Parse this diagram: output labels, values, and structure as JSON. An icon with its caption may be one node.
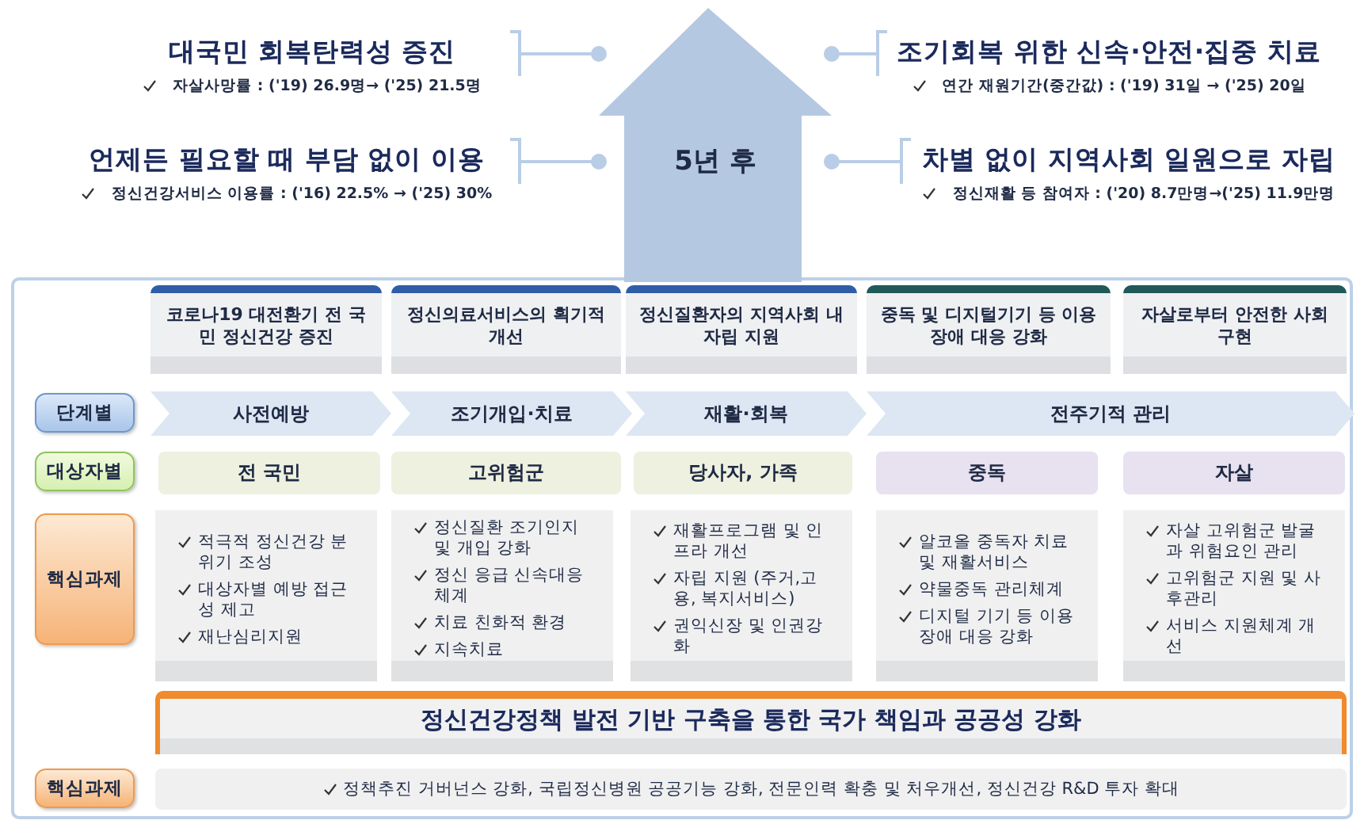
{
  "diagram": {
    "nodes": [
      {
        "text": [
          "5년 후"
        ]
      },
      {
        "text": [
          "대국민 회복탄력성 증진",
          "자살사망률 : ('19) 26.9명→ ('25) 21.5명"
        ]
      },
      {
        "text": [
          "언제든 필요할 때 부담 없이 이용",
          "정신건강서비스 이용률 : ('16) 22.5% → ('25) 30%"
        ]
      },
      {
        "text": [
          "조기회복 위한 신속·안전·집중 치료",
          "연간 재원기간(중간값) : ('19) 31일 → ('25) 20일"
        ]
      },
      {
        "text": [
          "차별 없이 지역사회 일원으로 자립",
          "정신재활 등 참여자 : ('20) 8.7만명→('25) 11.9만명"
        ]
      },
      {
        "text": [
          "코로나19 대전환기 전 국민 정신건강 증진"
        ]
      },
      {
        "text": [
          "정신의료서비스의 획기적 개선"
        ]
      },
      {
        "text": [
          "정신질환자의 지역사회 내 자립 지원"
        ]
      },
      {
        "text": [
          "중독 및 디지털기기 등 이용장애 대응 강화"
        ]
      },
      {
        "text": [
          "자살로부터 안전한 사회 구현"
        ]
      },
      {
        "text": [
          "단계별"
        ]
      },
      {
        "text": [
          "사전예방"
        ]
      },
      {
        "text": [
          "조기개입·치료"
        ]
      },
      {
        "text": [
          "재활·회복"
        ]
      },
      {
        "text": [
          "전주기적 관리"
        ]
      },
      {
        "text": [
          "대상자별"
        ]
      },
      {
        "text": [
          "전 국민"
        ]
      },
      {
        "text": [
          "고위험군"
        ]
      },
      {
        "text": [
          "당사자, 가족"
        ]
      },
      {
        "text": [
          "중독"
        ]
      },
      {
        "text": [
          "자살"
        ]
      },
      {
        "text": [
          "핵심과제"
        ]
      },
      {
        "text": [
          "적극적 정신건강 분위기 조성",
          "대상자별 예방 접근성 제고",
          "재난심리지원"
        ]
      },
      {
        "text": [
          "정신질환 조기인지 및 개입 강화",
          "정신 응급 신속대응체계",
          "치료 친화적 환경",
          "지속치료"
        ]
      },
      {
        "text": [
          "재활프로그램 및 인프라 개선",
          "자립 지원 (주거,고용, 복지서비스)",
          "권익신장 및 인권강화"
        ]
      },
      {
        "text": [
          "알코올 중독자 치료 및 재활서비스",
          "약물중독 관리체계",
          "디지털 기기 등 이용장애 대응 강화"
        ]
      },
      {
        "text": [
          "자살 고위험군 발굴과 위험요인 관리",
          "고위험군 지원 및 사후관리",
          "서비스 지원체계 개선"
        ]
      },
      {
        "text": [
          "정신건강정책 발전 기반 구축을 통한 국가 책임과 공공성 강화"
        ]
      },
      {
        "text": [
          "핵심과제"
        ]
      },
      {
        "text": [
          "정책추진 거버넌스 강화, 국립정신병원 공공기능 강화, 전문인력 확충 및 처우개선, 정신건강 R&D 투자 확대"
        ]
      }
    ],
    "edges": [
      {
        "from": 1,
        "to": 0,
        "arrow": "other"
      },
      {
        "from": 2,
        "to": 0,
        "arrow": "other"
      },
      {
        "from": 3,
        "to": 0,
        "arrow": "other"
      },
      {
        "from": 4,
        "to": 0,
        "arrow": "other"
      }
    ]
  }
}
